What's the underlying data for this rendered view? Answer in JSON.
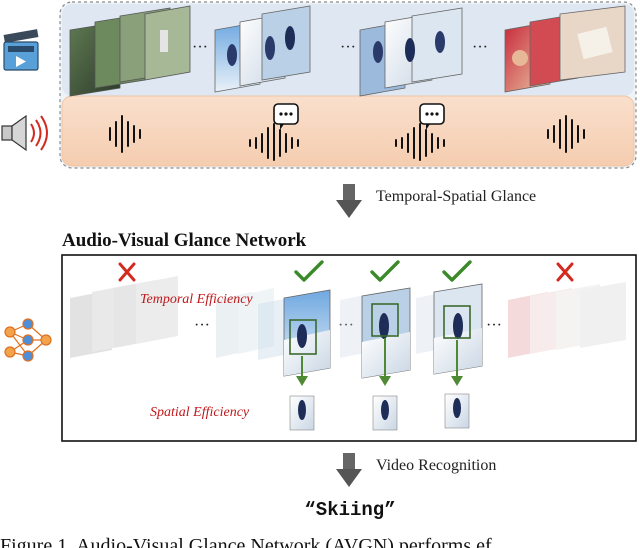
{
  "step1_label": "Temporal-Spatial Glance",
  "network_title": "Audio-Visual Glance Network",
  "temporal_label": "Temporal Efficiency",
  "spatial_label": "Spatial Efficiency",
  "step2_label": "Video Recognition",
  "result_label": "“Skiing”",
  "caption_text": "Figure 1. Audio-Visual Glance Network (AVGN) performs ef",
  "ellipsis": "···",
  "icons": {
    "video": "clapperboard-icon",
    "audio": "speaker-icon",
    "network": "neural-network-icon",
    "speech": "speech-bubble-icon",
    "selected": "check-icon",
    "rejected": "cross-icon"
  },
  "colors": {
    "video_band": "#dfe8f2",
    "audio_band": "#f8d8c2",
    "audio_border": "#f0c4a4",
    "frame_border": "#999999",
    "selected_mark": "#3a8a2a",
    "rejected_mark": "#d42a20",
    "efficiency_label": "#c0181a",
    "patch_box": "#3c6a30",
    "down_arrow": "#4e8a34",
    "flow_arrow": "#555555"
  }
}
